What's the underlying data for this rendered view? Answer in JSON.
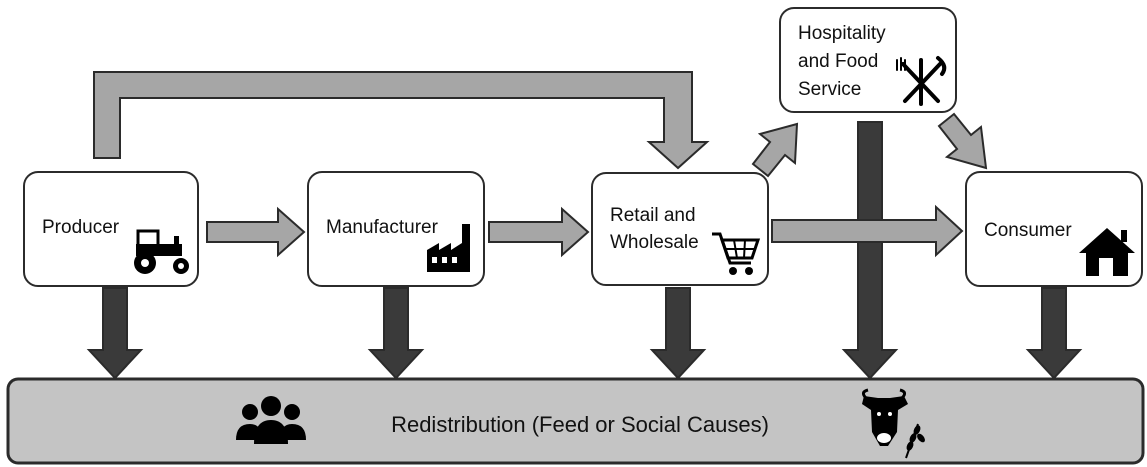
{
  "nodes": {
    "producer": {
      "label": "Producer",
      "icon": "tractor-icon"
    },
    "manufacturer": {
      "label": "Manufacturer",
      "icon": "factory-icon"
    },
    "retail": {
      "label_line1": "Retail and",
      "label_line2": "Wholesale",
      "icon": "shopping-cart-icon"
    },
    "hospitality": {
      "label_line1": "Hospitality",
      "label_line2": "and Food",
      "label_line3": "Service",
      "icon": "fork-knife-icon"
    },
    "consumer": {
      "label": "Consumer",
      "icon": "house-icon"
    }
  },
  "redistribution": {
    "label": "Redistribution (Feed or Social Causes)",
    "left_icon": "people-group-icon",
    "right_icon": "cow-wheat-icon"
  },
  "flows": [
    {
      "from": "Producer",
      "to": "Manufacturer"
    },
    {
      "from": "Manufacturer",
      "to": "Retail and Wholesale"
    },
    {
      "from": "Retail and Wholesale",
      "to": "Consumer"
    },
    {
      "from": "Retail and Wholesale",
      "to": "Hospitality and Food Service"
    },
    {
      "from": "Hospitality and Food Service",
      "to": "Consumer"
    },
    {
      "from": "Producer",
      "to": "Retail and Wholesale"
    }
  ],
  "colors": {
    "flow_arrow": "#a6a6a6",
    "redistribution_arrow": "#3a3a3a",
    "redistribution_bar": "#c4c4c4",
    "outline": "#2b2b2b"
  }
}
